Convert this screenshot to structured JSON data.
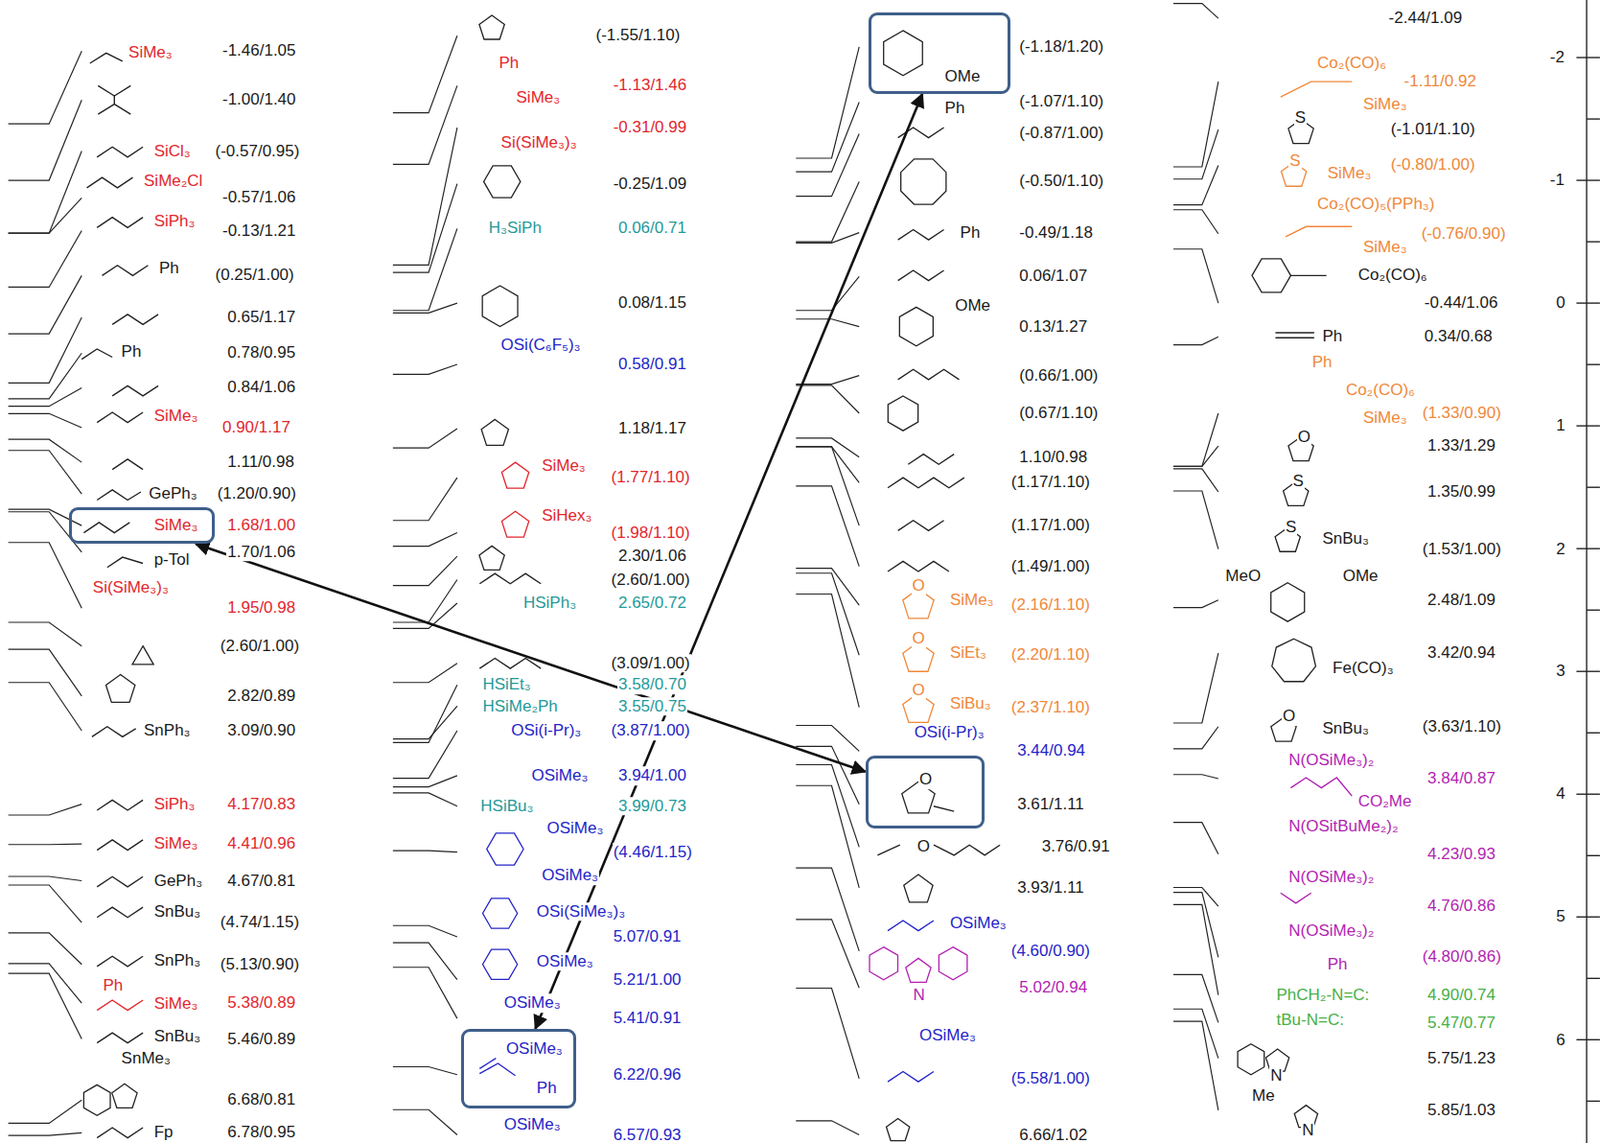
{
  "diagram": {
    "nodes": [
      {
        "text": [
          "OMe"
        ]
      },
      {
        "text": [
          "SiMe₃"
        ]
      },
      {
        "text": [
          "O"
        ]
      },
      {
        "text": [
          "OSiMe₃",
          "Ph"
        ]
      }
    ],
    "edges": [
      {
        "from": 0,
        "to": 3,
        "arrow": "both"
      },
      {
        "from": 1,
        "to": 2,
        "arrow": "both"
      }
    ],
    "labels": [
      "SiMe₃",
      "-1.46/1.05",
      "-1.00/1.40",
      "SiCl₃",
      "(-0.57/0.95)",
      "SiMe₂Cl",
      "-0.57/1.06",
      "SiPh₃",
      "-0.13/1.21",
      "Ph",
      "(0.25/1.00)",
      "0.65/1.17",
      "Ph",
      "0.78/0.95",
      "0.84/1.06",
      "SiMe₃",
      "0.90/1.17",
      "1.11/0.98",
      "GePh₃",
      "(1.20/0.90)",
      "1.68/1.00",
      "p-Tol",
      "1.70/1.06",
      "Si(SiMe₃)₃",
      "1.95/0.98",
      "(2.60/1.00)",
      "2.82/0.89",
      "SnPh₃",
      "3.09/0.90",
      "SiPh₃",
      "4.17/0.83",
      "SiMe₃",
      "4.41/0.96",
      "GePh₃",
      "4.67/0.81",
      "SnBu₃",
      "(4.74/1.15)",
      "SnPh₃",
      "(5.13/0.90)",
      "Ph",
      "SiMe₃",
      "5.38/0.89",
      "SnBu₃",
      "5.46/0.89",
      "SnMe₃",
      "6.68/0.81",
      "Fp",
      "6.78/0.95",
      "(-1.55/1.10)",
      "Ph",
      "SiMe₃",
      "-1.13/1.46",
      "Si(SiMe₃)₃",
      "-0.31/0.99",
      "-0.25/1.09",
      "H₃SiPh",
      "0.06/0.71",
      "0.08/1.15",
      "OSi(C₆F₅)₃",
      "0.58/0.91",
      "1.18/1.17",
      "SiMe₃",
      "(1.77/1.10)",
      "SiHex₃",
      "(1.98/1.10)",
      "2.30/1.06",
      "(2.60/1.00)",
      "HSiPh₃",
      "2.65/0.72",
      "(3.09/1.00)",
      "HSiEt₃",
      "3.58/0.70",
      "HSiMe₂Ph",
      "3.55/0.75",
      "OSi(i-Pr)₃",
      "(3.87/1.00)",
      "OSiMe₃",
      "3.94/1.00",
      "HSiBu₃",
      "3.99/0.73",
      "OSiMe₃",
      "OSiMe₃",
      "(4.46/1.15)",
      "OSi(SiMe₃)₃",
      "5.07/0.91",
      "OSiMe₃",
      "5.21/1.00",
      "OSiMe₃",
      "5.41/0.91",
      "6.22/0.96",
      "OSiMe₃",
      "6.57/0.93",
      "(-1.18/1.20)",
      "Ph",
      "(-1.07/1.10)",
      "(-0.87/1.00)",
      "(-0.50/1.10)",
      "Ph",
      "-0.49/1.18",
      "0.06/1.07",
      "OMe",
      "0.13/1.27",
      "(0.66/1.00)",
      "(0.67/1.10)",
      "1.10/0.98",
      "(1.17/1.10)",
      "(1.17/1.00)",
      "(1.49/1.00)",
      "O",
      "SiMe₃",
      "(2.16/1.10)",
      "O",
      "SiEt₃",
      "(2.20/1.10)",
      "O",
      "SiBu₃",
      "(2.37/1.10)",
      "OSi(i-Pr)₃",
      "3.44/0.94",
      "3.61/1.11",
      "O",
      "3.76/0.91",
      "3.93/1.11",
      "OSiMe₃",
      "(4.60/0.90)",
      "N",
      "5.02/0.94",
      "OSiMe₃",
      "(5.58/1.00)",
      "6.66/1.02",
      "-2.44/1.09",
      "Co₂(CO)₆",
      "SiMe₃",
      "-1.11/0.92",
      "S",
      "(-1.01/1.10)",
      "S",
      "SiMe₃",
      "(-0.80/1.00)",
      "Co₂(CO)₅(PPh₃)",
      "SiMe₃",
      "(-0.76/0.90)",
      "Co₂(CO)₆",
      "-0.44/1.06",
      "Ph",
      "0.34/0.68",
      "Ph",
      "Co₂(CO)₆",
      "SiMe₃",
      "(1.33/0.90)",
      "O",
      "1.33/1.29",
      "S",
      "1.35/0.99",
      "S",
      "SnBu₃",
      "(1.53/1.00)",
      "MeO",
      "OMe",
      "2.48/1.09",
      "Fe(CO)₃",
      "3.42/0.94",
      "O",
      "SnBu₃",
      "(3.63/1.10)",
      "N(OSiMe₃)₂",
      "CO₂Me",
      "3.84/0.87",
      "N(OSitBuMe₂)₂",
      "4.23/0.93",
      "N(OSiMe₃)₂",
      "4.76/0.86",
      "N(OSiMe₃)₂",
      "Ph",
      "(4.80/0.86)",
      "PhCH₂-N=C:",
      "4.90/0.74",
      "tBu-N=C:",
      "5.47/0.77",
      "N",
      "Me",
      "5.75/1.23",
      "N",
      "5.85/1.03",
      "-2",
      "-1",
      "0",
      "1",
      "2",
      "3",
      "4",
      "5",
      "6"
    ]
  }
}
